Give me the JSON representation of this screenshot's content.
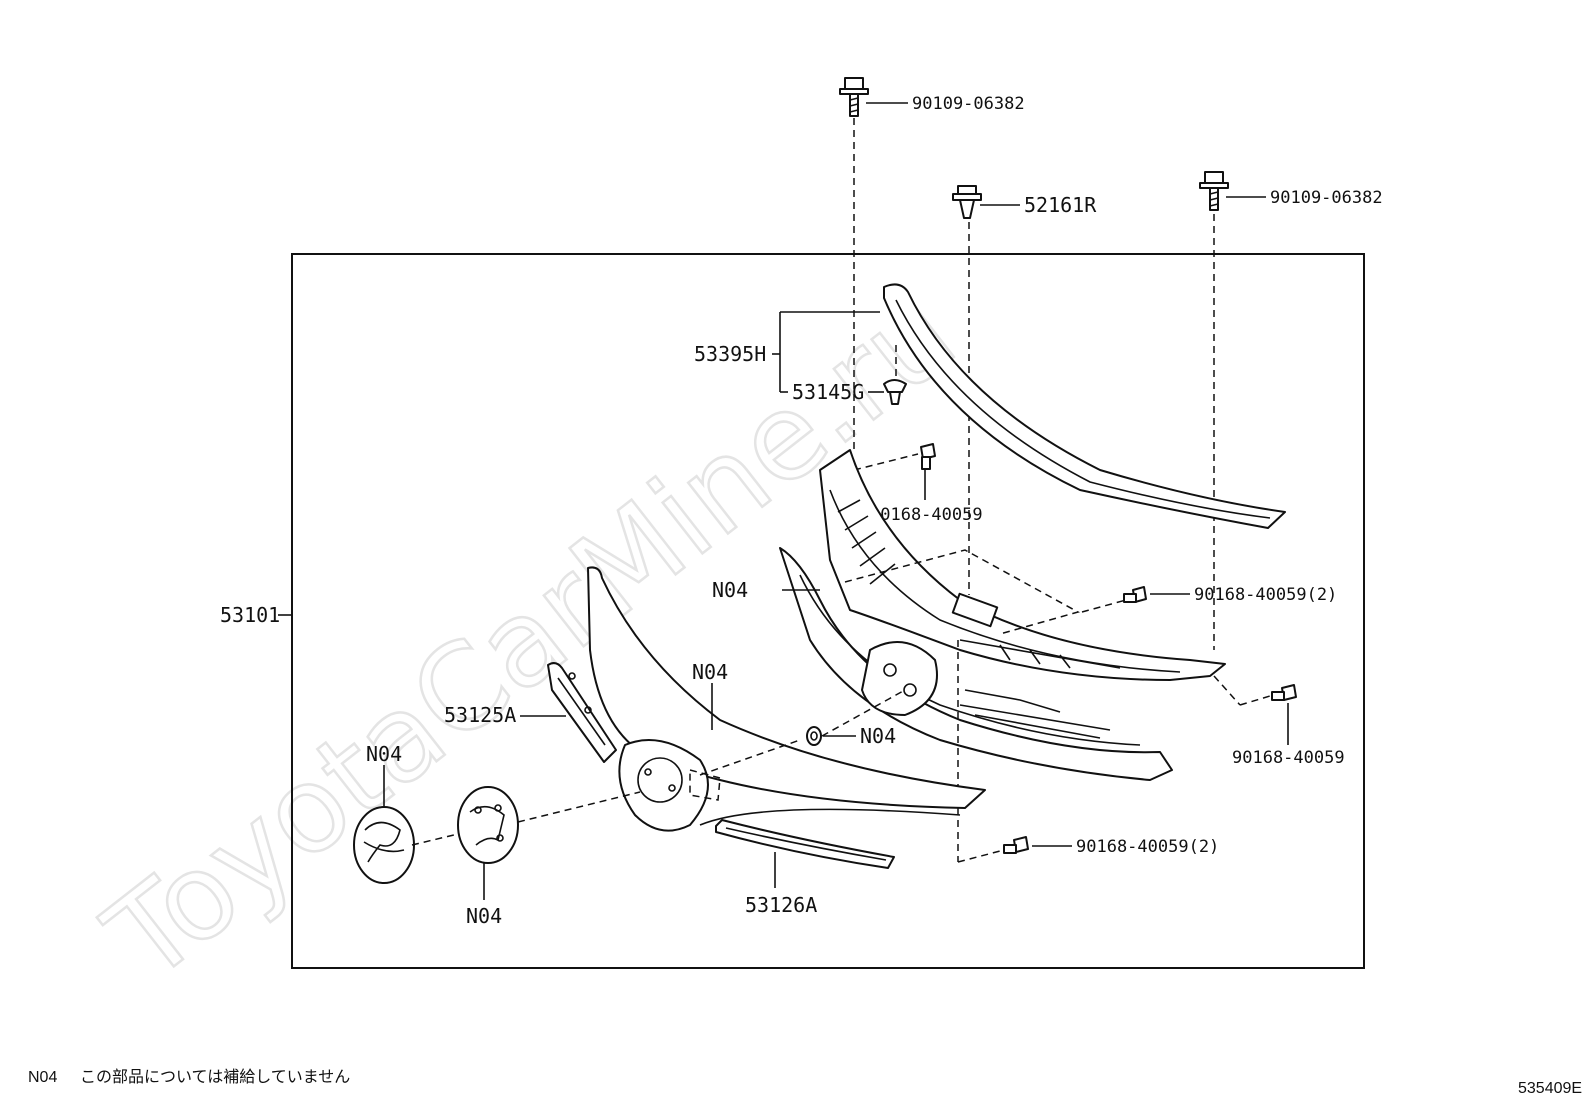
{
  "watermark": "ToyotaCarMine.ru",
  "labels": {
    "bolt_top": "90109-06382",
    "clip_52161R": "52161R",
    "bolt_right_top": "90109-06382",
    "molding_53395H": "53395H",
    "clip_53145G": "53145G",
    "screw_upper": "90168-40059",
    "screw_right_2": "90168-40059(2)",
    "screw_right": "90168-40059",
    "screw_bottom_2": "90168-40059(2)",
    "assy_53101": "53101",
    "n04_grille": "N04",
    "n04_frame": "N04",
    "n04_nut": "N04",
    "n04_emblem": "N04",
    "n04_plate": "N04",
    "trim_53125A": "53125A",
    "trim_53126A": "53126A"
  },
  "footnote": {
    "code": "N04",
    "text": "この部品については補給していません"
  },
  "figure_ref": "535409E",
  "colors": {
    "line": "#111111",
    "watermark": "#e4e4e4",
    "background": "#ffffff"
  },
  "icons": [
    "bolt-icon",
    "clip-icon",
    "screw-icon",
    "nut-icon"
  ]
}
